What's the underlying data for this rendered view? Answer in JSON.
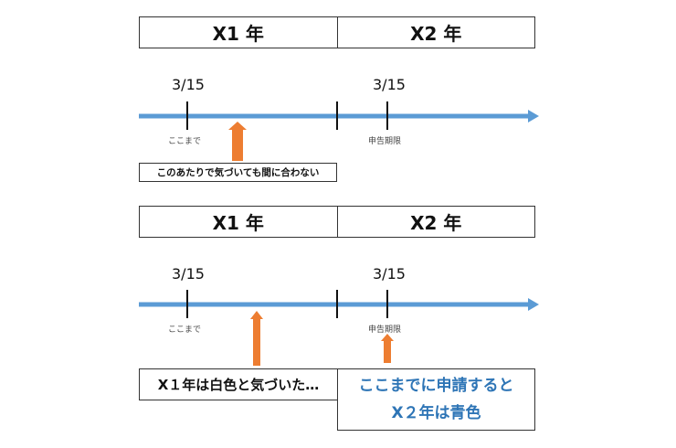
{
  "diagram1": {
    "years": [
      "X1 年",
      "X2 年"
    ],
    "dates": [
      "3/15",
      "3/15"
    ],
    "tick_labels": [
      "ここまで",
      "申告期限"
    ],
    "note": "このあたりで気づいても間に合わない"
  },
  "diagram2": {
    "years": [
      "X1 年",
      "X2 年"
    ],
    "dates": [
      "3/15",
      "3/15"
    ],
    "tick_labels": [
      "ここまで",
      "申告期限"
    ],
    "note_left": "X１年は白色と気づいた…",
    "note_right_line1": "ここまでに申請すると",
    "note_right_line2": "X２年は青色"
  },
  "colors": {
    "timeline": "#5b9bd5",
    "arrow": "#ed7d31",
    "highlight_text": "#2e75b6"
  }
}
